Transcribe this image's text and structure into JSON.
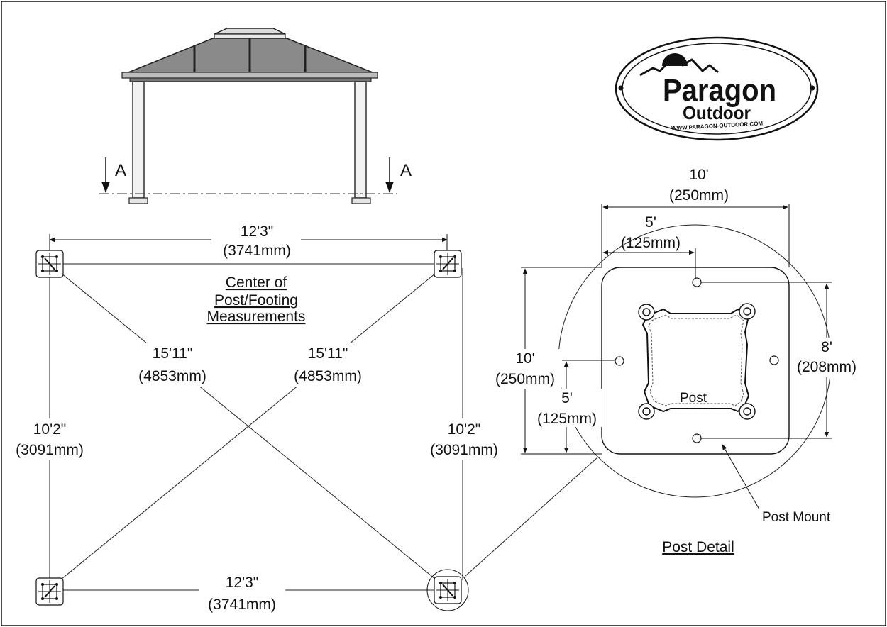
{
  "logo": {
    "brand": "Paragon",
    "sub": "Outdoor",
    "url": "WWW.PARAGON-OUTDOOR.COM"
  },
  "elevation": {
    "section_left": "A",
    "section_right": "A"
  },
  "plan": {
    "top_width": {
      "imperial": "12'3\"",
      "metric": "(3741mm)"
    },
    "bottom_width": {
      "imperial": "12'3\"",
      "metric": "(3741mm)"
    },
    "left_depth": {
      "imperial": "10'2\"",
      "metric": "(3091mm)"
    },
    "right_depth": {
      "imperial": "10'2\"",
      "metric": "(3091mm)"
    },
    "diagonal_left": {
      "imperial": "15'11\"",
      "metric": "(4853mm)"
    },
    "diagonal_right": {
      "imperial": "15'11\"",
      "metric": "(4853mm)"
    },
    "center_note": [
      "Center of",
      "Post/Footing",
      "Measurements"
    ]
  },
  "detail": {
    "width": {
      "imperial": "10'",
      "metric": "(250mm)"
    },
    "half_width": {
      "imperial": "5'",
      "metric": "(125mm)"
    },
    "height": {
      "imperial": "10'",
      "metric": "(250mm)"
    },
    "half_height": {
      "imperial": "5'",
      "metric": "(125mm)"
    },
    "hole_spacing": {
      "imperial": "8'",
      "metric": "(208mm)"
    },
    "post_label": "Post",
    "mount_label": "Post Mount",
    "title": "Post Detail"
  }
}
